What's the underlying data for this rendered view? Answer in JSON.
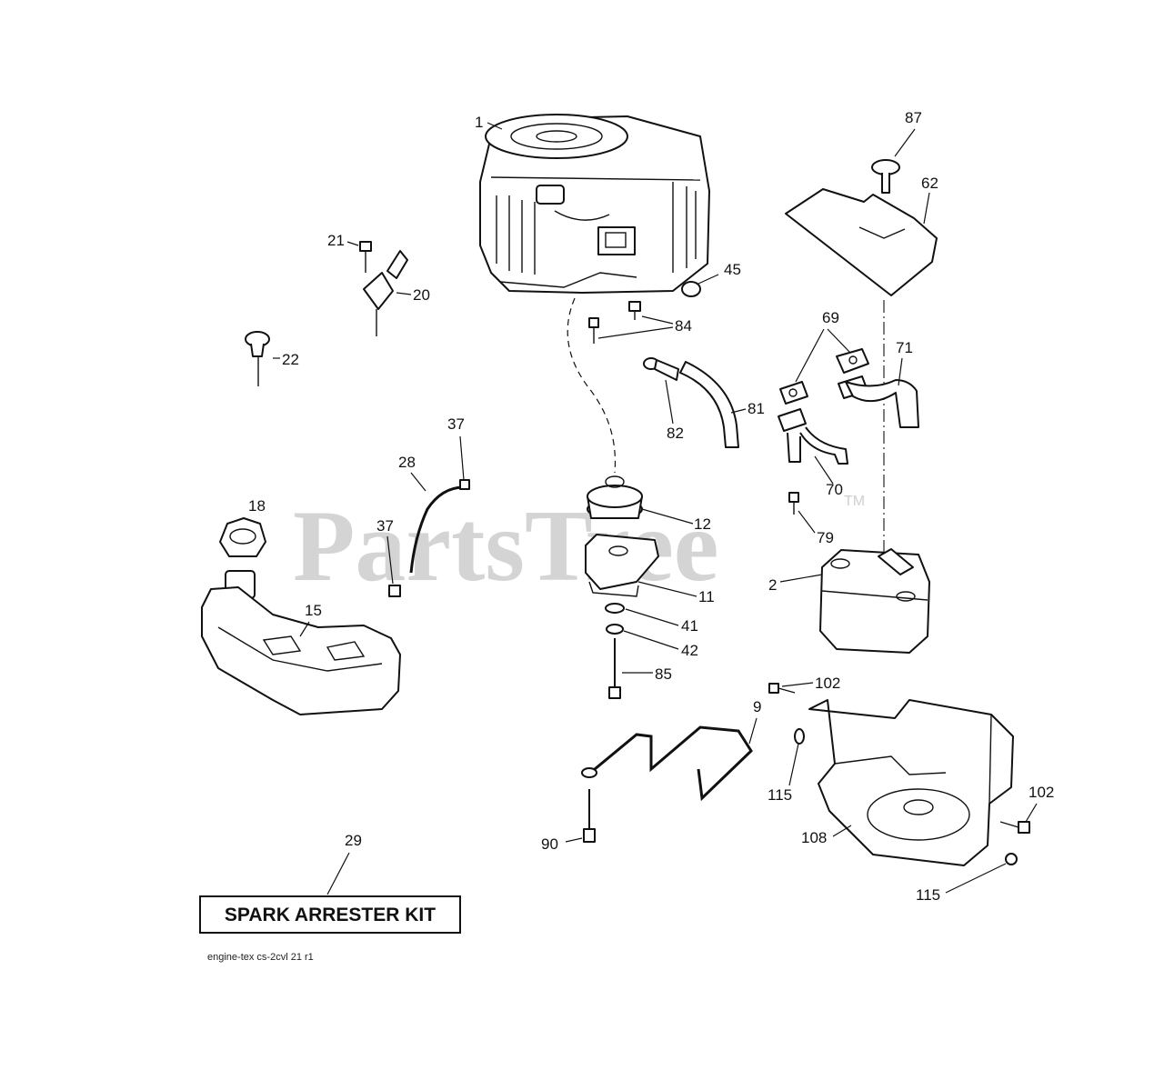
{
  "watermark": {
    "text": "PartsTree",
    "tm": "TM"
  },
  "spark_kit_label": "SPARK ARRESTER KIT",
  "footer_code": "engine-tex  cs-2cvl 21  r1",
  "callouts": {
    "c1": "1",
    "c87": "87",
    "c62": "62",
    "c21": "21",
    "c20": "20",
    "c45": "45",
    "c84": "84",
    "c22": "22",
    "c69": "69",
    "c71": "71",
    "c81": "81",
    "c82": "82",
    "c37a": "37",
    "c28": "28",
    "c18": "18",
    "c37b": "37",
    "c12": "12",
    "c70": "70",
    "c79": "79",
    "c2": "2",
    "c11": "11",
    "c15": "15",
    "c41": "41",
    "c42": "42",
    "c85": "85",
    "c102a": "102",
    "c9": "9",
    "c115a": "115",
    "c102b": "102",
    "c108": "108",
    "c29": "29",
    "c90": "90",
    "c115b": "115"
  }
}
